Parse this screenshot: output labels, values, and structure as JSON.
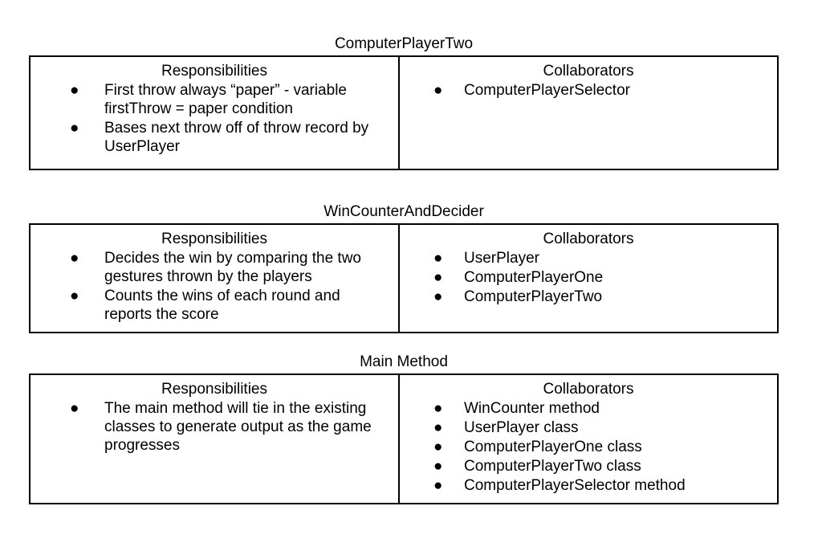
{
  "document": {
    "type": "crc-cards",
    "column_headings": {
      "responsibilities": "Responsibilities",
      "collaborators": "Collaborators"
    },
    "bullet_glyph": "●"
  },
  "cards": [
    {
      "title": "ComputerPlayerTwo",
      "responsibilities_heading": "Responsibilities",
      "responsibilities": [
        "First throw always “paper” - variable firstThrow = paper condition",
        "Bases next throw off of throw record by UserPlayer"
      ],
      "collaborators_heading": "Collaborators",
      "collaborators": [
        "ComputerPlayerSelector"
      ]
    },
    {
      "title": "WinCounterAndDecider",
      "responsibilities_heading": "Responsibilities",
      "responsibilities": [
        "Decides the win by comparing the two gestures thrown by the players",
        "Counts the wins of each round and reports the score"
      ],
      "collaborators_heading": "Collaborators",
      "collaborators": [
        "UserPlayer",
        "ComputerPlayerOne",
        "ComputerPlayerTwo"
      ]
    },
    {
      "title": "Main Method",
      "responsibilities_heading": "Responsibilities",
      "responsibilities": [
        "The main method will tie in the existing classes to generate output as the game progresses"
      ],
      "collaborators_heading": "Collaborators",
      "collaborators": [
        "WinCounter method",
        "UserPlayer class",
        "ComputerPlayerOne class",
        "ComputerPlayerTwo class",
        "ComputerPlayerSelector method"
      ]
    }
  ]
}
